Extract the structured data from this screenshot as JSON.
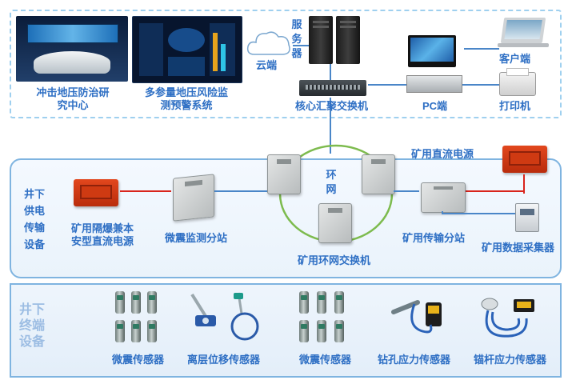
{
  "top": {
    "research_center": "冲击地压防治研究中心",
    "research_center_l1": "冲击地压防治研",
    "research_center_l2": "究中心",
    "warning_system_l1": "多参量地压风险监",
    "warning_system_l2": "测预警系统",
    "cloud": "云端",
    "server_l1": "服",
    "server_l2": "务",
    "server_l3": "器",
    "core_switch": "核心汇聚交换机",
    "pc": "PC端",
    "client": "客户端",
    "printer": "打印机"
  },
  "middle": {
    "side_label": [
      "井下",
      "供电",
      "传输",
      "设备"
    ],
    "ring_label_l1": "环",
    "ring_label_l2": "网",
    "dc_power": "矿用直流电源",
    "explosion_proof_l1": "矿用隔爆兼本",
    "explosion_proof_l2": "安型直流电源",
    "seismic_substation": "微震监测分站",
    "ring_switch": "矿用环网交换机",
    "transmission_substation": "矿用传输分站",
    "data_collector": "矿用数据采集器"
  },
  "bottom": {
    "side_label": [
      "井下",
      "终端",
      "设备"
    ],
    "sensors": [
      "微震传感器",
      "离层位移传感器",
      "微震传感器",
      "钻孔应力传感器",
      "锚杆应力传感器"
    ]
  },
  "colors": {
    "label_blue": "#2e6fc4",
    "ring_green": "#7dbb4e",
    "link_red": "#d9251d",
    "link_blue": "#4a86c8"
  }
}
